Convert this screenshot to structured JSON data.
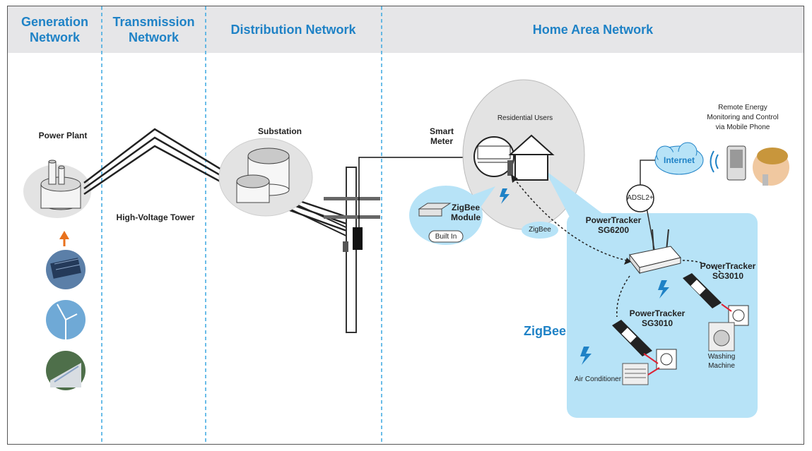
{
  "header": {
    "generation": "Generation\nNetwork",
    "transmission": "Transmission\nNetwork",
    "distribution": "Distribution Network",
    "home": "Home Area Network"
  },
  "labels": {
    "power_plant": "Power Plant",
    "hv_tower": "High-Voltage Tower",
    "substation": "Substation",
    "smart_meter": "Smart\nMeter",
    "residential_users": "Residential Users",
    "zigbee_module": "ZigBee\nModule",
    "built_in": "Built In",
    "zigbee_small": "ZigBee",
    "zigbee_big": "ZigBee",
    "pt_sg6200": "PowerTracker\nSG6200",
    "pt_sg3010_right": "PowerTracker\nSG3010",
    "pt_sg3010_left": "PowerTracker\nSG3010",
    "adsl": "ADSL2+",
    "internet": "Internet",
    "remote": "Remote Energy\nMonitoring and Control\nvia Mobile Phone",
    "air_conditioner": "Air Conditioner",
    "washing_machine": "Washing\nMachine"
  },
  "colors": {
    "header_text": "#1f82c6",
    "header_bg": "#e6e6e8",
    "divider": "#3aa7e0",
    "han_panel": "#b7e3f7",
    "bubble": "#e3e3e3",
    "zigbee_signal": "#1f82c6",
    "arrow": "#e8711c"
  },
  "icons": [
    "solar-panel-icon",
    "wind-turbine-icon",
    "hydro-dam-icon",
    "house-icon",
    "meter-icon",
    "router-icon",
    "plug-icon",
    "mobile-phone-icon",
    "cloud-icon",
    "lightning-icon"
  ]
}
